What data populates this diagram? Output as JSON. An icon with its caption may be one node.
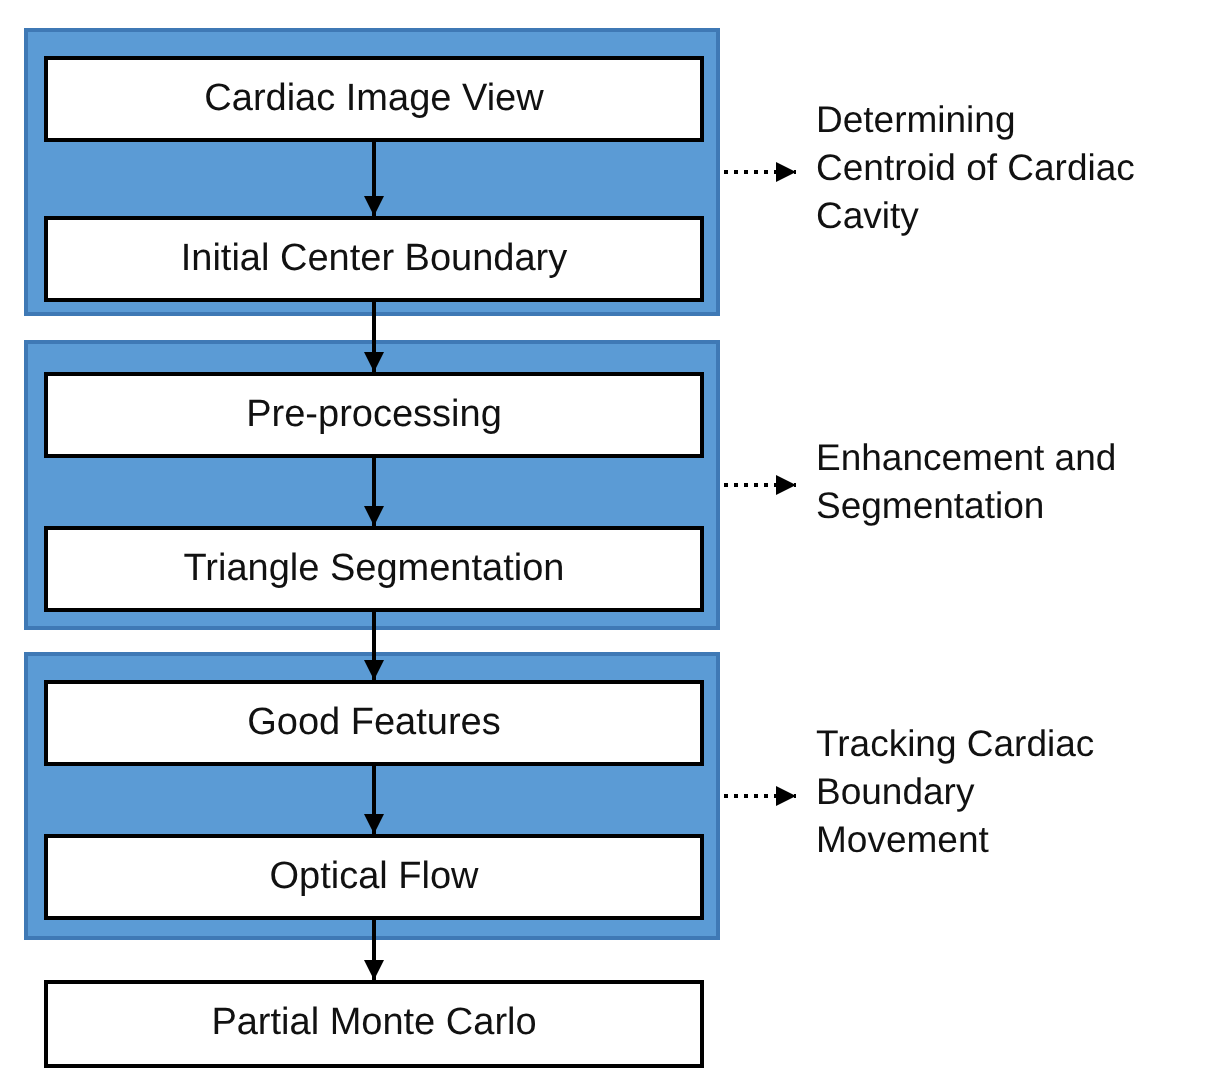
{
  "diagram": {
    "nodes": [
      {
        "text": [],
        "shape": "box"
      },
      {
        "text": [
          "Cardiac Image View"
        ],
        "in": 0
      },
      {
        "text": [
          "Initial Center Boundary"
        ],
        "in": 0
      },
      {
        "text": [],
        "shape": "box"
      },
      {
        "text": [
          "Pre-processing"
        ],
        "in": 3
      },
      {
        "text": [
          "Triangle Segmentation"
        ],
        "in": 3
      },
      {
        "text": [],
        "shape": "box"
      },
      {
        "text": [
          "Good Features"
        ],
        "in": 6
      },
      {
        "text": [
          "Optical Flow"
        ],
        "in": 6
      },
      {
        "text": [
          "Partial Monte Carlo"
        ]
      },
      {
        "text": [
          "Determining Centroid of Cardiac Cavity"
        ]
      },
      {
        "text": [
          "Enhancement and Segmentation"
        ]
      },
      {
        "text": [
          "Tracking Cardiac Boundary Movement"
        ]
      }
    ],
    "edges": [
      {
        "from": 1,
        "to": 2,
        "arrow": "to"
      },
      {
        "from": 2,
        "to": 4,
        "arrow": "to"
      },
      {
        "from": 4,
        "to": 5,
        "arrow": "to"
      },
      {
        "from": 5,
        "to": 7,
        "arrow": "to"
      },
      {
        "from": 7,
        "to": 8,
        "arrow": "to"
      },
      {
        "from": 8,
        "to": 9,
        "arrow": "to"
      },
      {
        "from": 0,
        "to": 10,
        "arrow": "to",
        "style": "dashed"
      },
      {
        "from": 3,
        "to": 11,
        "arrow": "to",
        "style": "dashed"
      },
      {
        "from": 6,
        "to": 12,
        "arrow": "to",
        "style": "dashed"
      }
    ]
  }
}
